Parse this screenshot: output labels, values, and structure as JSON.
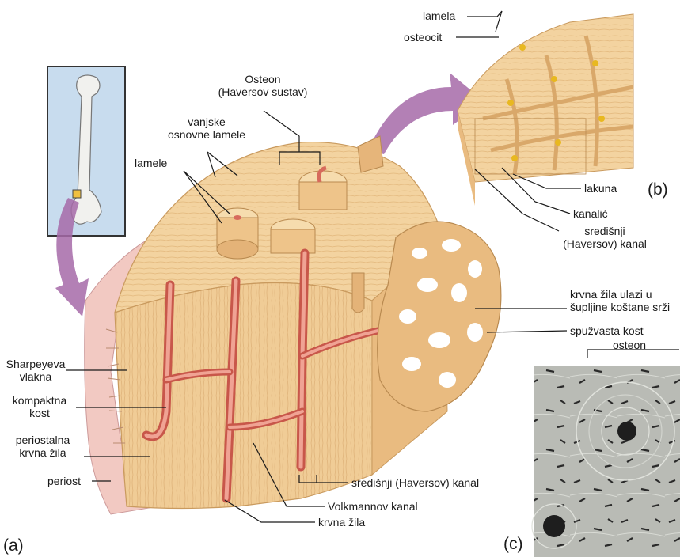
{
  "panels": {
    "a": "(a)",
    "b": "(b)",
    "c": "(c)"
  },
  "labels": {
    "lamela": "lamela",
    "osteocit": "osteocit",
    "osteon_line1": "Osteon",
    "osteon_line2": "(Haversov sustav)",
    "vanjske_line1": "vanjske",
    "vanjske_line2": "osnovne lamele",
    "lamele": "lamele",
    "lakuna": "lakuna",
    "kanalic": "kanalić",
    "sredisnji_b_line1": "središnji",
    "sredisnji_b_line2": "(Haversov) kanal",
    "krvna_ulazi_line1": "krvna žila ulazi u",
    "krvna_ulazi_line2": "šupljine koštane srži",
    "spuzvasta": "spužvasta kost",
    "osteon_c": "osteon",
    "sharpey_line1": "Sharpeyeva",
    "sharpey_line2": "vlakna",
    "kompaktna_line1": "kompaktna",
    "kompaktna_line2": "kost",
    "periostalna_line1": "periostalna",
    "periostalna_line2": "krvna žila",
    "periost": "periost",
    "sredisnji_a": "središnji (Haversov) kanal",
    "volkmann": "Volkmannov kanal",
    "krvna_zila": "krvna žila"
  },
  "colors": {
    "bone_light": "#f6dcae",
    "bone_mid": "#eec48a",
    "bone_dark": "#d9a86a",
    "vessel": "#d76a5c",
    "vessel_light": "#f0a394",
    "arrow": "#a66aa8",
    "periosteum": "#f2c9c2",
    "micrograph": "#b6b8b2",
    "osteocyte": "#e8b820"
  }
}
